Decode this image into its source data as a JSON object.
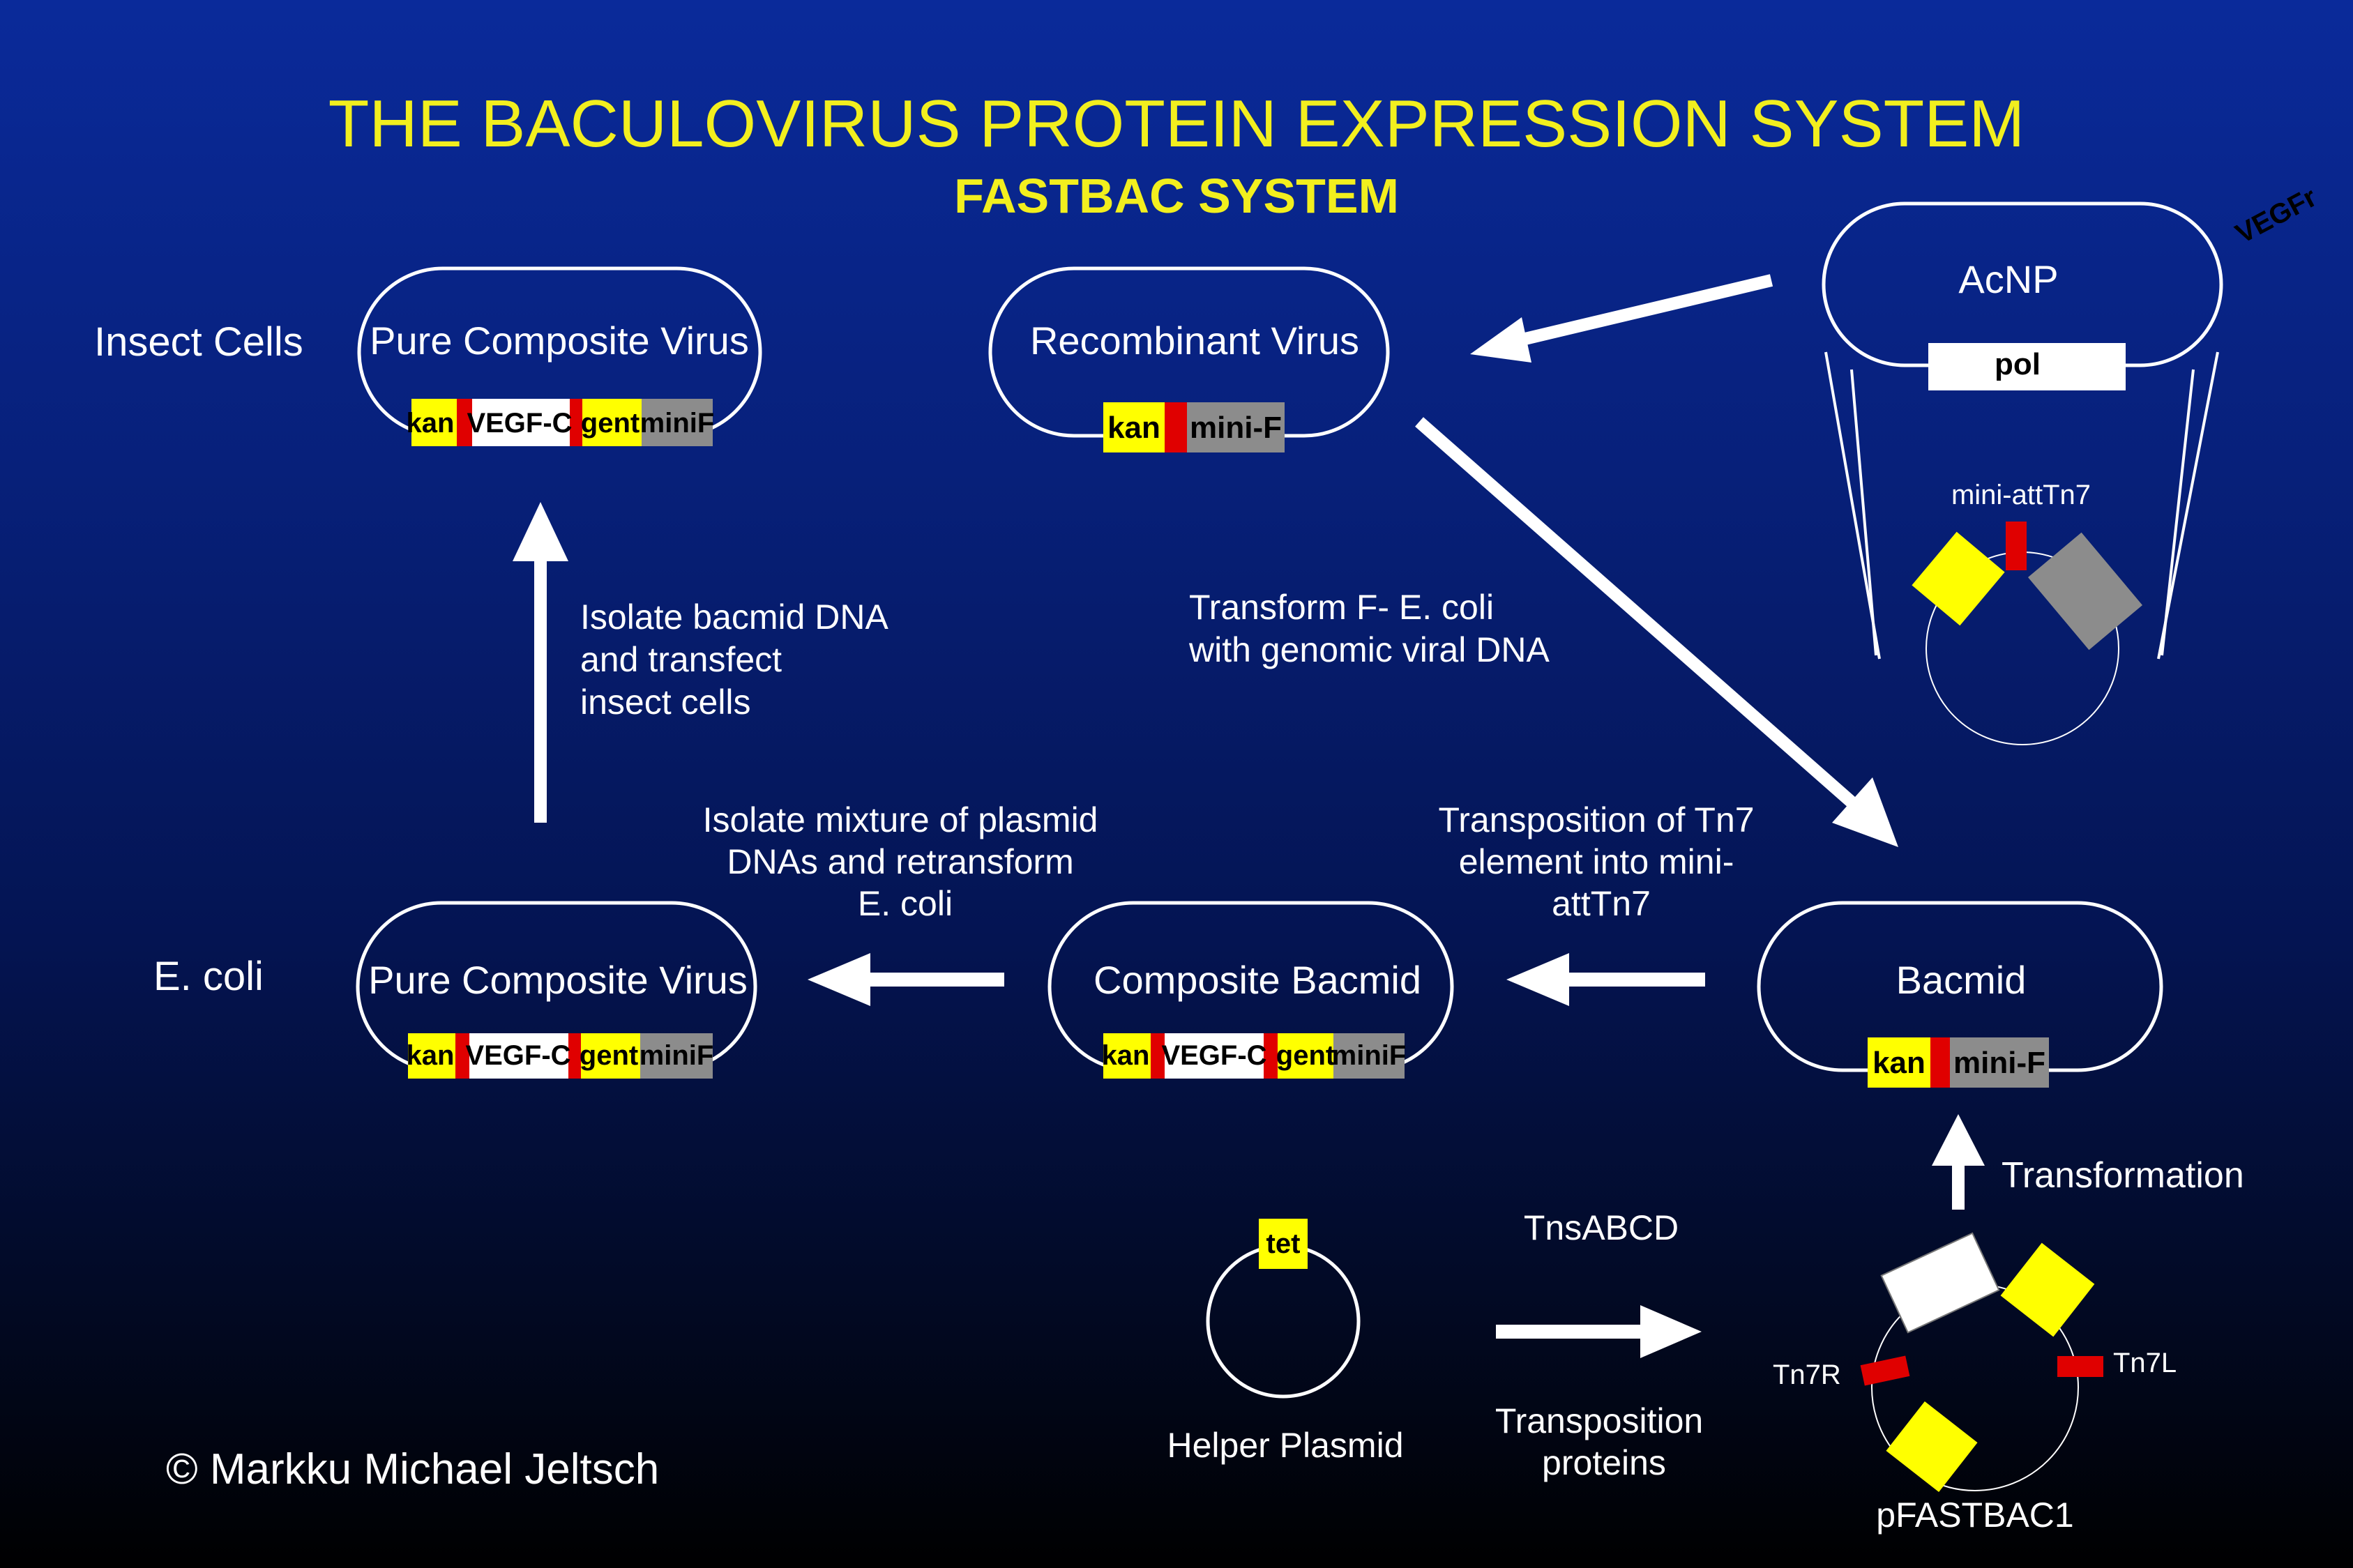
{
  "title": "THE BACULOVIRUS PROTEIN EXPRESSION SYSTEM",
  "subtitle": "FASTBAC SYSTEM",
  "rows": {
    "insect_cells": "Insect Cells",
    "e_coli": "E. coli"
  },
  "vectors": {
    "pure_virus_top": "Pure Composite Virus",
    "recombinant_virus": "Recombinant Virus",
    "acnp": "AcNP",
    "pure_virus_bottom": "Pure Composite Virus",
    "composite_bacmid": "Composite Bacmid",
    "bacmid": "Bacmid"
  },
  "genes": {
    "kan": "kan",
    "vegf": "VEGF-C",
    "gent": "gent",
    "minif": "miniF",
    "mini_f": "mini-F",
    "pol": "pol",
    "tet": "tet",
    "mini_att": "mini-attTn7",
    "tn7r": "Tn7R",
    "tn7l": "Tn7L",
    "vegf_rot": "VEGFr"
  },
  "steps": {
    "isolate_bacmid": [
      "Isolate bacmid DNA",
      "and transfect",
      "insect cells"
    ],
    "transform_f": [
      "Transform F-  E. coli",
      "with genomic viral DNA"
    ],
    "isolate_mixture": [
      "Isolate mixture of plasmid",
      "DNAs and retransform",
      "E. coli"
    ],
    "transposition_tn7": [
      "Transposition of Tn7",
      "element into mini-",
      "attTn7"
    ],
    "transformation": "Transformation",
    "tnsabcd": "TnsABCD",
    "transposition_proteins": [
      "Transposition",
      "proteins"
    ]
  },
  "plasmids": {
    "helper": "Helper Plasmid",
    "pfastbac": "pFASTBAC1"
  },
  "copyright": "© Markku Michael Jeltsch",
  "colors": {
    "title": "#f2ef1e",
    "yellow": "#ffff00",
    "red": "#e00000",
    "gray": "#8c8c8c",
    "white": "#ffffff"
  }
}
